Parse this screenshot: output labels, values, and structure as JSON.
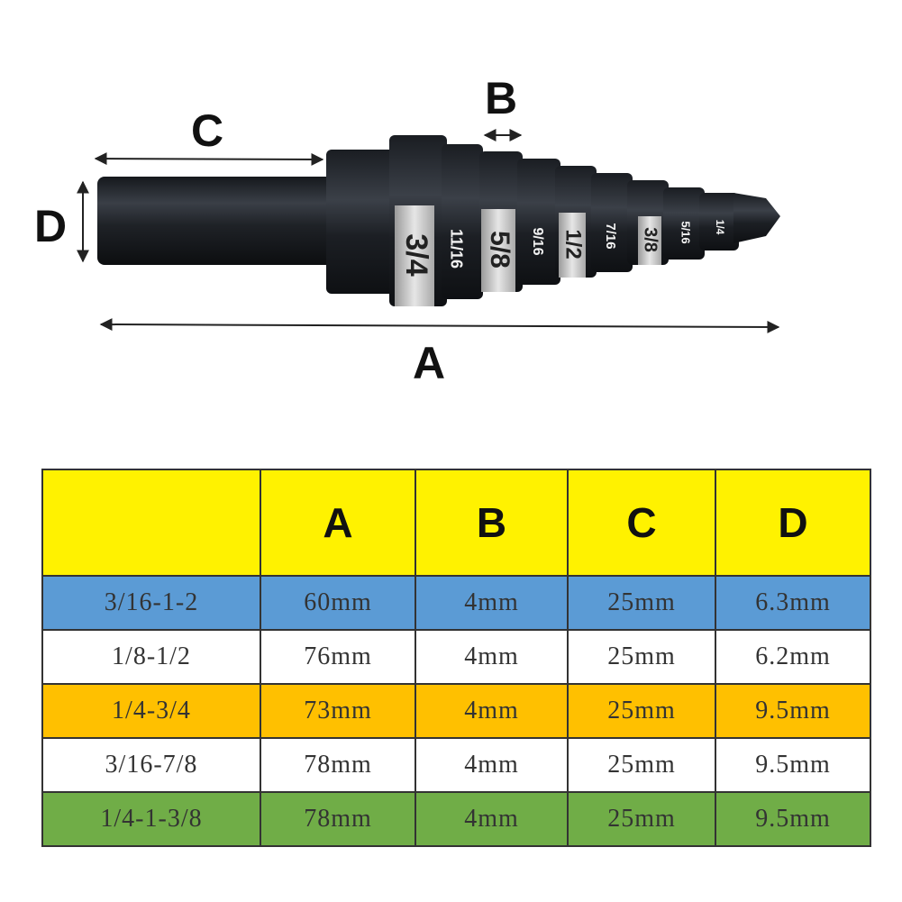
{
  "diagram": {
    "dimension_labels": {
      "a": "A",
      "b": "B",
      "c": "C",
      "d": "D"
    },
    "step_markings": [
      "3/4",
      "11/16",
      "5/8",
      "9/16",
      "1/2",
      "7/16",
      "3/8",
      "5/16",
      "1/4"
    ]
  },
  "table": {
    "header_color": "#fff200",
    "columns": [
      "",
      "A",
      "B",
      "C",
      "D"
    ],
    "rows": [
      {
        "color": "#5b9bd5",
        "cells": [
          "3/16-1-2",
          "60mm",
          "4mm",
          "25mm",
          "6.3mm"
        ]
      },
      {
        "color": "#ffffff",
        "cells": [
          "1/8-1/2",
          "76mm",
          "4mm",
          "25mm",
          "6.2mm"
        ]
      },
      {
        "color": "#ffc000",
        "cells": [
          "1/4-3/4",
          "73mm",
          "4mm",
          "25mm",
          "9.5mm"
        ]
      },
      {
        "color": "#ffffff",
        "cells": [
          "3/16-7/8",
          "78mm",
          "4mm",
          "25mm",
          "9.5mm"
        ]
      },
      {
        "color": "#70ad47",
        "cells": [
          "1/4-1-3/8",
          "78mm",
          "4mm",
          "25mm",
          "9.5mm"
        ]
      }
    ]
  }
}
